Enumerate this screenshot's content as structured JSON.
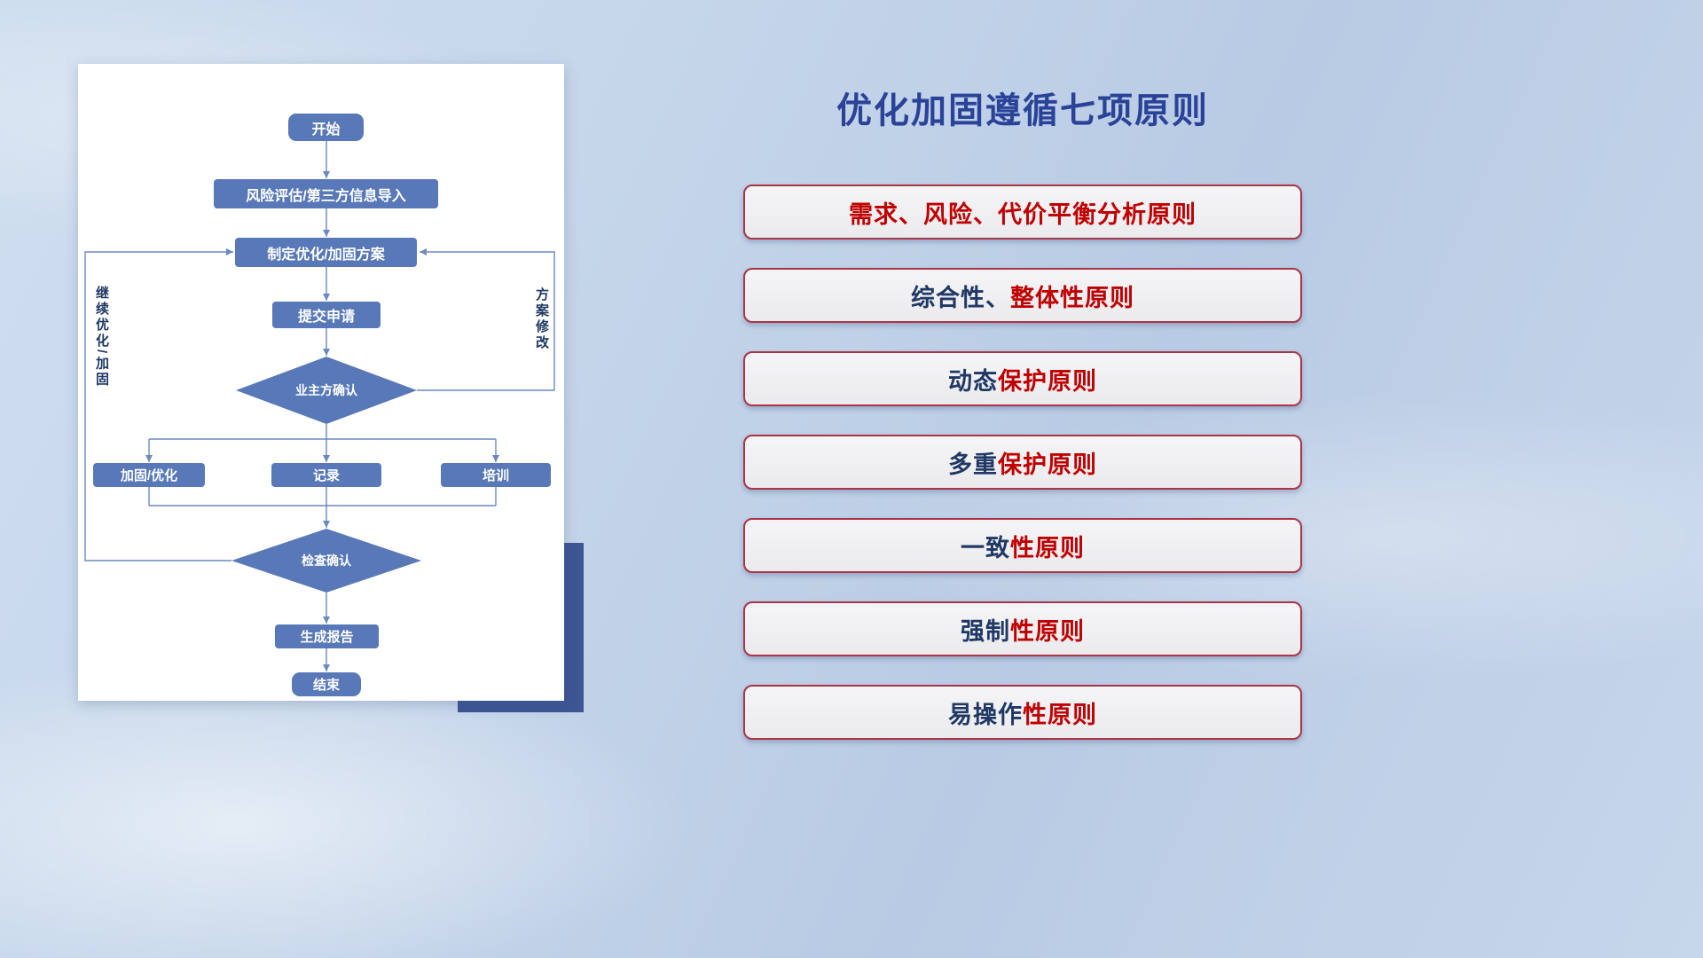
{
  "title": "优化加固遵循七项原则",
  "colors": {
    "navy": "#1F3864",
    "red": "#C00000",
    "title": "#2A4399",
    "flow_node": "#5878B8",
    "flow_line": "#6C88C0",
    "principle_border": "#A93547",
    "principle_bg": "#EFEFF2",
    "card_shadow_block": "#3D5694"
  },
  "flowchart": {
    "nodes": {
      "start": "开始",
      "risk_import": "风险评估/第三方信息导入",
      "make_plan": "制定优化/加固方案",
      "submit": "提交申请",
      "owner_confirm": "业主方确认",
      "reinforce": "加固/优化",
      "record": "记录",
      "training": "培训",
      "check_confirm": "检查确认",
      "report": "生成报告",
      "end": "结束"
    },
    "edge_labels": {
      "left_loop": "继续优化/加固",
      "right_loop": "方案修改"
    },
    "edges": [
      {
        "from": "start",
        "to": "risk_import"
      },
      {
        "from": "risk_import",
        "to": "make_plan"
      },
      {
        "from": "make_plan",
        "to": "submit"
      },
      {
        "from": "submit",
        "to": "owner_confirm"
      },
      {
        "from": "owner_confirm",
        "to": "reinforce"
      },
      {
        "from": "owner_confirm",
        "to": "record"
      },
      {
        "from": "owner_confirm",
        "to": "training"
      },
      {
        "from": "reinforce",
        "to": "check_confirm"
      },
      {
        "from": "record",
        "to": "check_confirm"
      },
      {
        "from": "training",
        "to": "check_confirm"
      },
      {
        "from": "check_confirm",
        "to": "report"
      },
      {
        "from": "report",
        "to": "end"
      },
      {
        "from": "owner_confirm",
        "to": "make_plan",
        "label": "方案修改"
      },
      {
        "from": "check_confirm",
        "to": "make_plan",
        "label": "继续优化/加固"
      }
    ]
  },
  "principles": [
    {
      "segments": [
        {
          "text": "需求、风险、代价平衡分析原则",
          "color": "red"
        }
      ]
    },
    {
      "segments": [
        {
          "text": "综合性、",
          "color": "navy"
        },
        {
          "text": "整体性原则",
          "color": "red"
        }
      ]
    },
    {
      "segments": [
        {
          "text": "动态",
          "color": "navy"
        },
        {
          "text": "保护原则",
          "color": "red"
        }
      ]
    },
    {
      "segments": [
        {
          "text": "多重",
          "color": "navy"
        },
        {
          "text": "保护原则",
          "color": "red"
        }
      ]
    },
    {
      "segments": [
        {
          "text": "一致",
          "color": "navy"
        },
        {
          "text": "性原则",
          "color": "red"
        }
      ]
    },
    {
      "segments": [
        {
          "text": "强制",
          "color": "navy"
        },
        {
          "text": "性原则",
          "color": "red"
        }
      ]
    },
    {
      "segments": [
        {
          "text": "易操作",
          "color": "navy"
        },
        {
          "text": "性原则",
          "color": "red"
        }
      ]
    }
  ]
}
